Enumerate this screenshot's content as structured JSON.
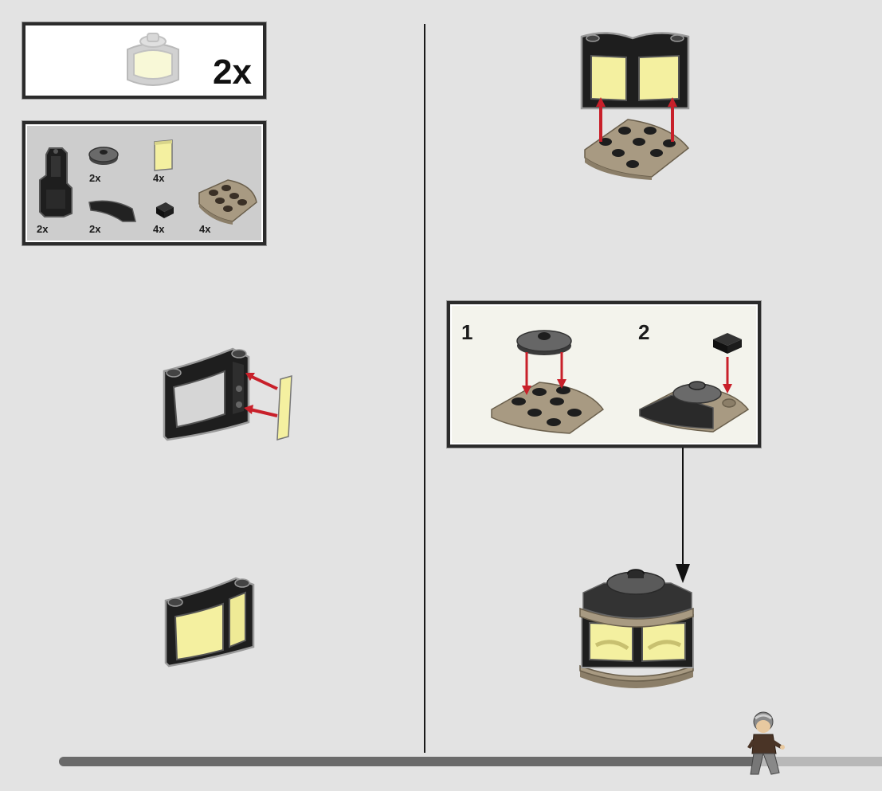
{
  "colors": {
    "page_bg": "#e3e3e3",
    "black_brick": "#1e1e1e",
    "dark_gray": "#555555",
    "tan": "#a89a82",
    "trans_yellow": "#f4f0a0",
    "arrow_red": "#c8202a",
    "callout_bg": "#f3f3ec",
    "parts_bg": "#cdcdcd"
  },
  "submodel": {
    "count_label": "2x"
  },
  "parts_list": {
    "items": [
      {
        "name": "black-corner-panel",
        "qty": "2x"
      },
      {
        "name": "dark-gray-round-tile",
        "qty": "2x"
      },
      {
        "name": "black-curved-tile",
        "qty": "2x"
      },
      {
        "name": "trans-yellow-glass",
        "qty": "4x"
      },
      {
        "name": "black-tile-1x1",
        "qty": "4x"
      },
      {
        "name": "tan-round-plate",
        "qty": "4x"
      }
    ]
  },
  "callout": {
    "steps": [
      {
        "number": "1"
      },
      {
        "number": "2"
      }
    ]
  }
}
